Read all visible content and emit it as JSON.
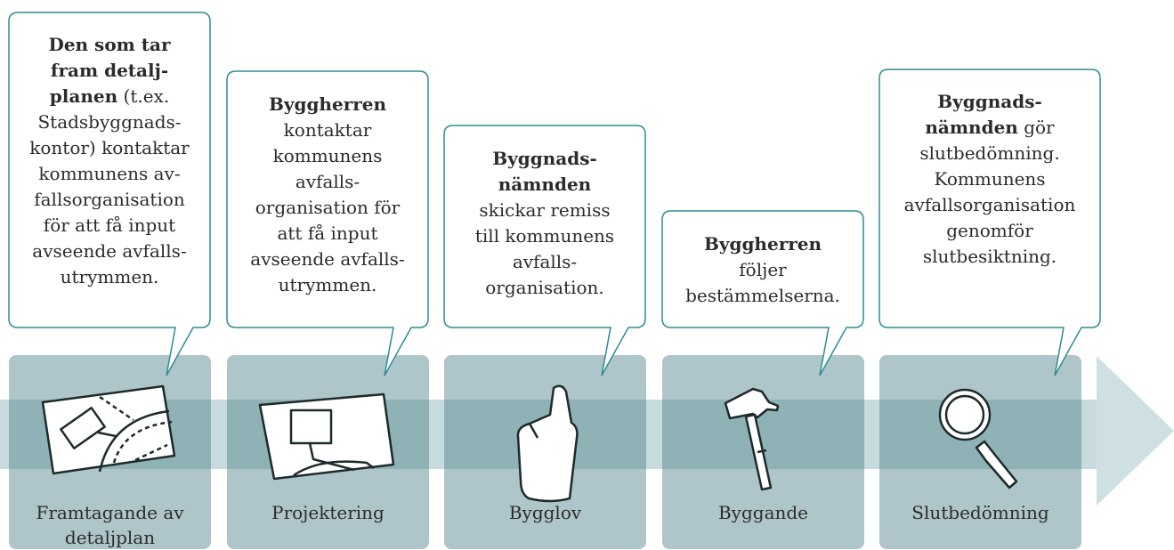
{
  "stages": [
    {
      "label": "Framtagande av detaljplan",
      "bubble": [
        {
          "text": "Den som tar fram detalj-planen",
          "bold": true
        },
        {
          "text": " (t.ex. Stadsbyggnads-kontor) kontaktar kommunens av-fallsorganisation för att få input avseende avfalls-utrymmen.",
          "bold": false
        }
      ],
      "icon": "map-plan-icon"
    },
    {
      "label": "Projektering",
      "bubble": [
        {
          "text": "Byggherren",
          "bold": true
        },
        {
          "text": " kontaktar kommunens avfalls-organisation för att få input avseende avfalls-utrymmen.",
          "bold": false
        }
      ],
      "icon": "building-plan-icon"
    },
    {
      "label": "Bygglov",
      "bubble": [
        {
          "text": "Byggnads-nämnden",
          "bold": true
        },
        {
          "text": " skickar remiss till kommunens avfalls-organisation.",
          "bold": false
        }
      ],
      "icon": "thumbs-up-icon"
    },
    {
      "label": "Byggande",
      "bubble": [
        {
          "text": "Byggherren",
          "bold": true
        },
        {
          "text": " följer bestämmelserna.",
          "bold": false
        }
      ],
      "icon": "hammer-icon"
    },
    {
      "label": "Slutbedömning",
      "bubble": [
        {
          "text": "Byggnads-nämnden",
          "bold": true
        },
        {
          "text": " gör slutbedömning. Kommunens avfallsorganisation genomför slutbesiktning.",
          "bold": false
        }
      ],
      "icon": "magnifier-icon"
    }
  ],
  "colors": {
    "panel": "#aec6ca",
    "band": "#8aaeb4",
    "arrow_head": "#cfe0e3",
    "border": "#2f8c92"
  }
}
